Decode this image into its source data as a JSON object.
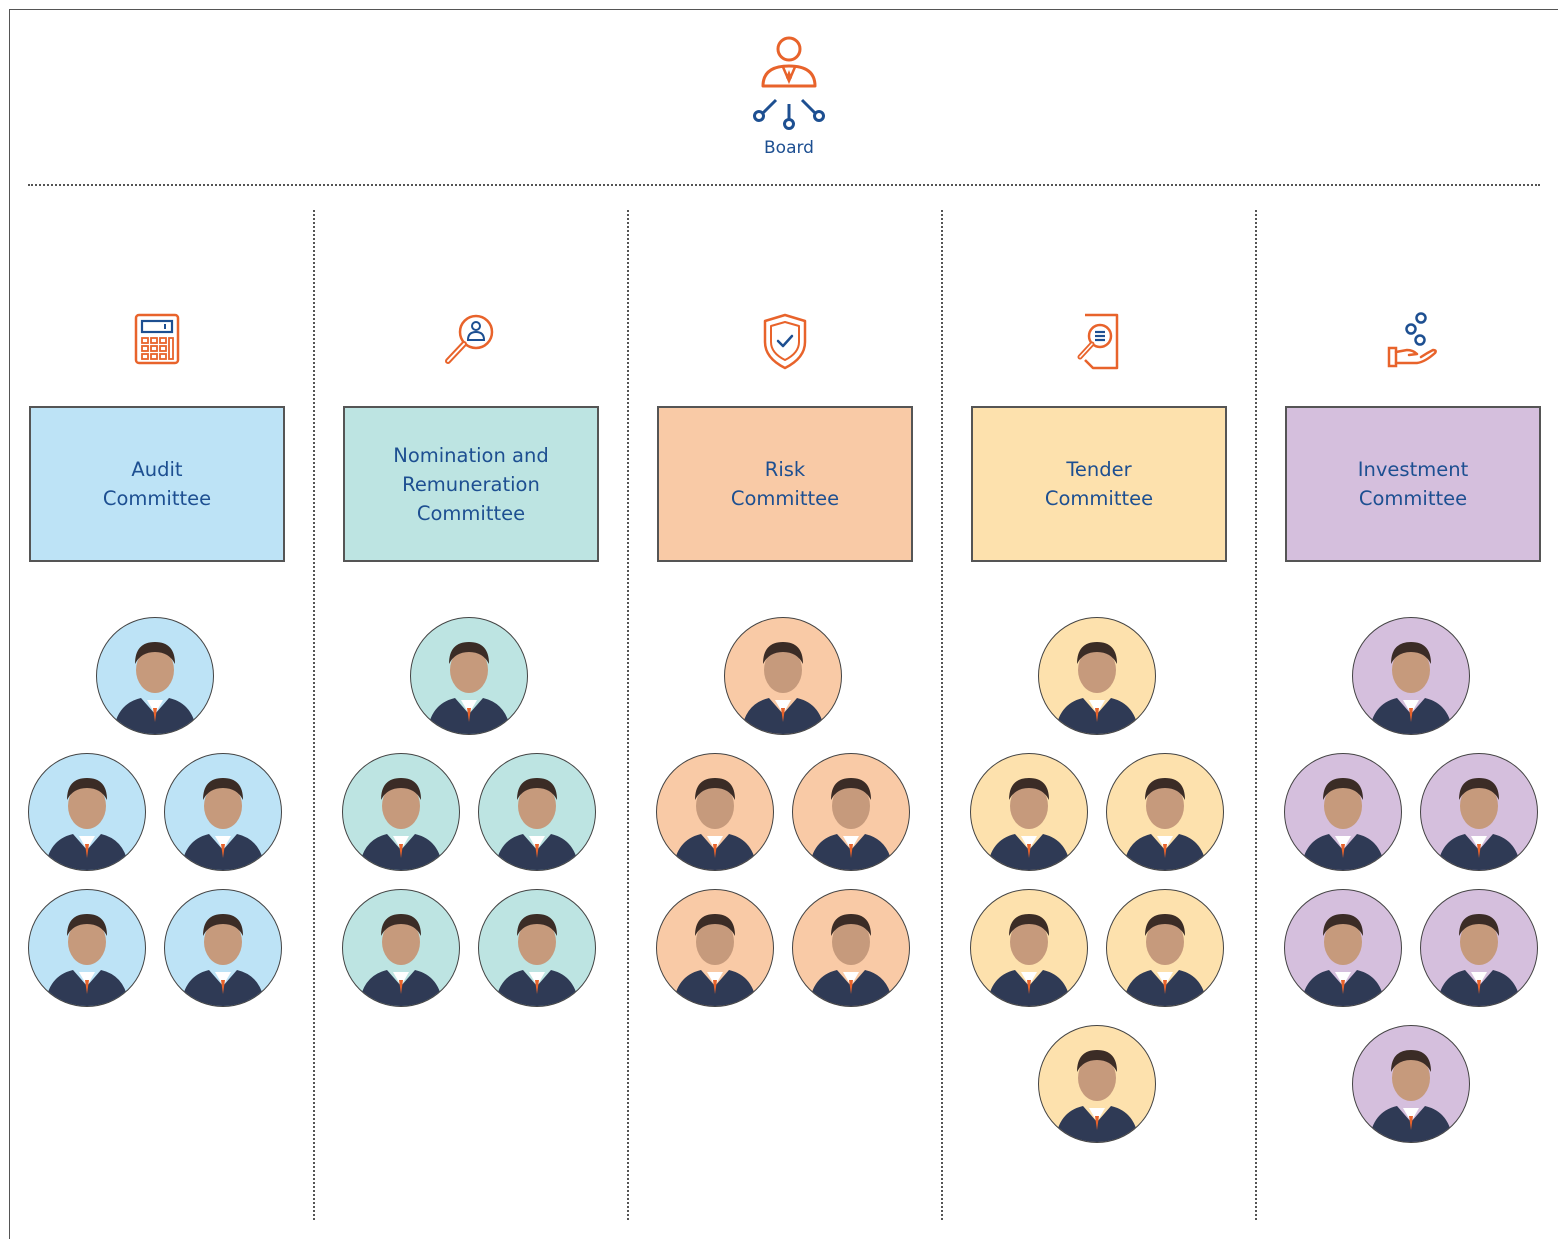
{
  "board": {
    "label": "Board",
    "icon": "board-network-person-icon"
  },
  "committees": [
    {
      "name": "Audit\nCommittee",
      "icon": "calculator-icon",
      "box_color": "#bde3f6",
      "circle_color": "#bde3f6",
      "member_count": 5
    },
    {
      "name": "Nomination and\nRemuneration\nCommittee",
      "icon": "magnifier-person-icon",
      "box_color": "#bde4e2",
      "circle_color": "#bde4e2",
      "member_count": 5
    },
    {
      "name": "Risk\nCommittee",
      "icon": "shield-check-icon",
      "box_color": "#f9caa6",
      "circle_color": "#f9caa6",
      "member_count": 5
    },
    {
      "name": "Tender\nCommittee",
      "icon": "document-search-icon",
      "box_color": "#fde1ad",
      "circle_color": "#fde1ad",
      "member_count": 6
    },
    {
      "name": "Investment\nCommittee",
      "icon": "hand-coins-icon",
      "box_color": "#d5bfdd",
      "circle_color": "#d5bfdd",
      "member_count": 6
    }
  ],
  "colors": {
    "accent_orange": "#e8632b",
    "accent_blue": "#1d4f91"
  }
}
